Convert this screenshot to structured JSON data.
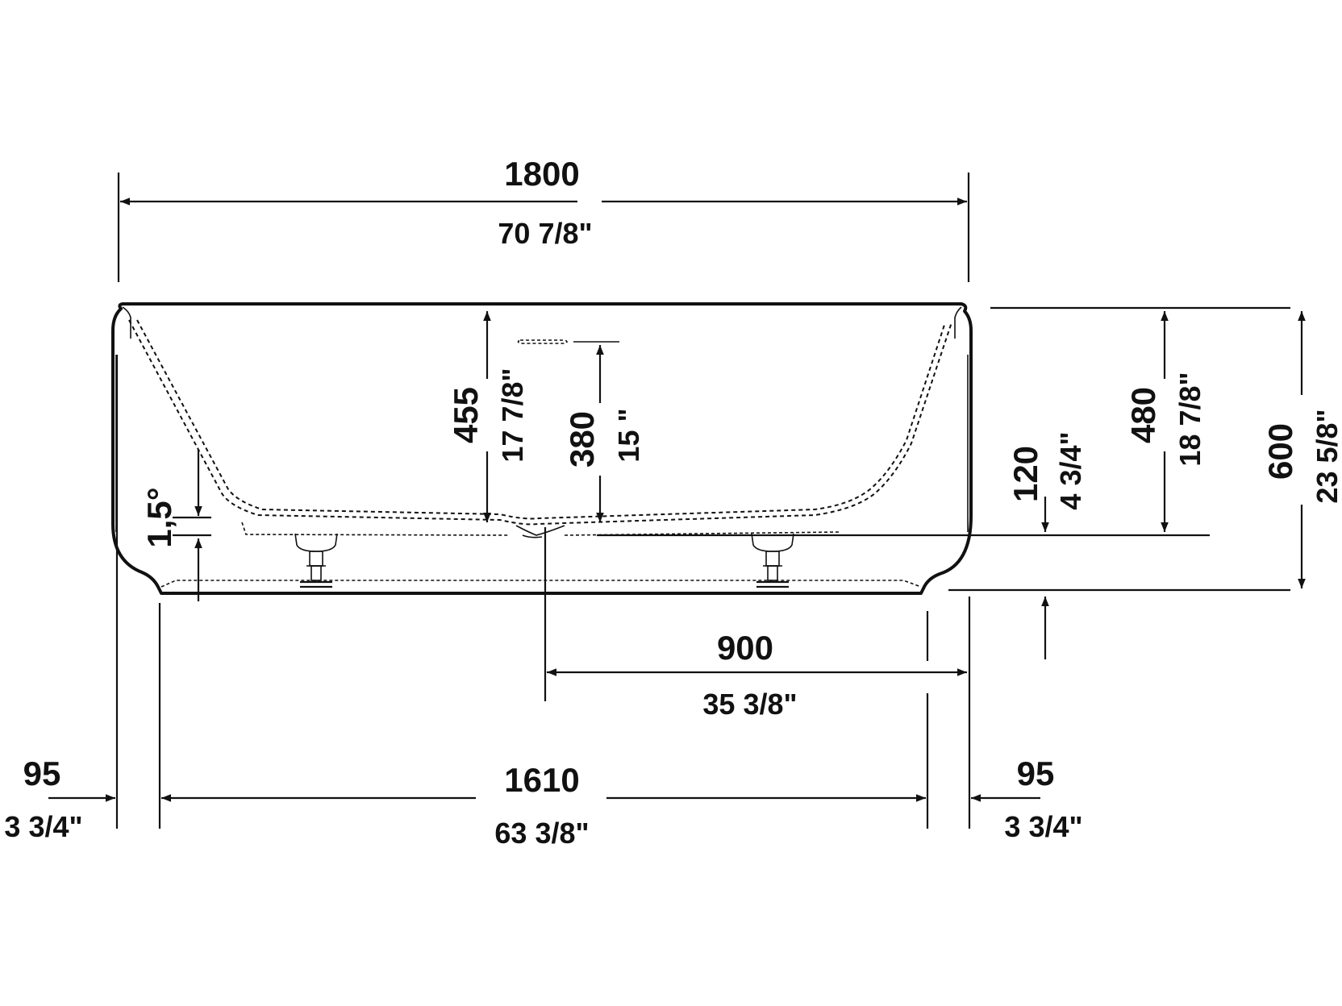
{
  "dimensions": {
    "overall_length": {
      "mm": "1800",
      "inch": "70 7/8\""
    },
    "inner_depth": {
      "mm": "455",
      "inch": "17 7/8\""
    },
    "overflow_depth": {
      "mm": "380",
      "inch": "15 \""
    },
    "floor_clearance": {
      "mm": "120",
      "inch": "4 3/4\""
    },
    "rim_height": {
      "mm": "480",
      "inch": "18 7/8\""
    },
    "total_height": {
      "mm": "600",
      "inch": "23 5/8\""
    },
    "drain_offset": {
      "mm": "900",
      "inch": "35 3/8\""
    },
    "base_length": {
      "mm": "1610",
      "inch": "63 3/8\""
    },
    "left_overhang": {
      "mm": "95",
      "inch": "3 3/4\""
    },
    "right_overhang": {
      "mm": "95",
      "inch": "3 3/4\""
    },
    "floor_slope": {
      "label": "1,5°"
    }
  }
}
